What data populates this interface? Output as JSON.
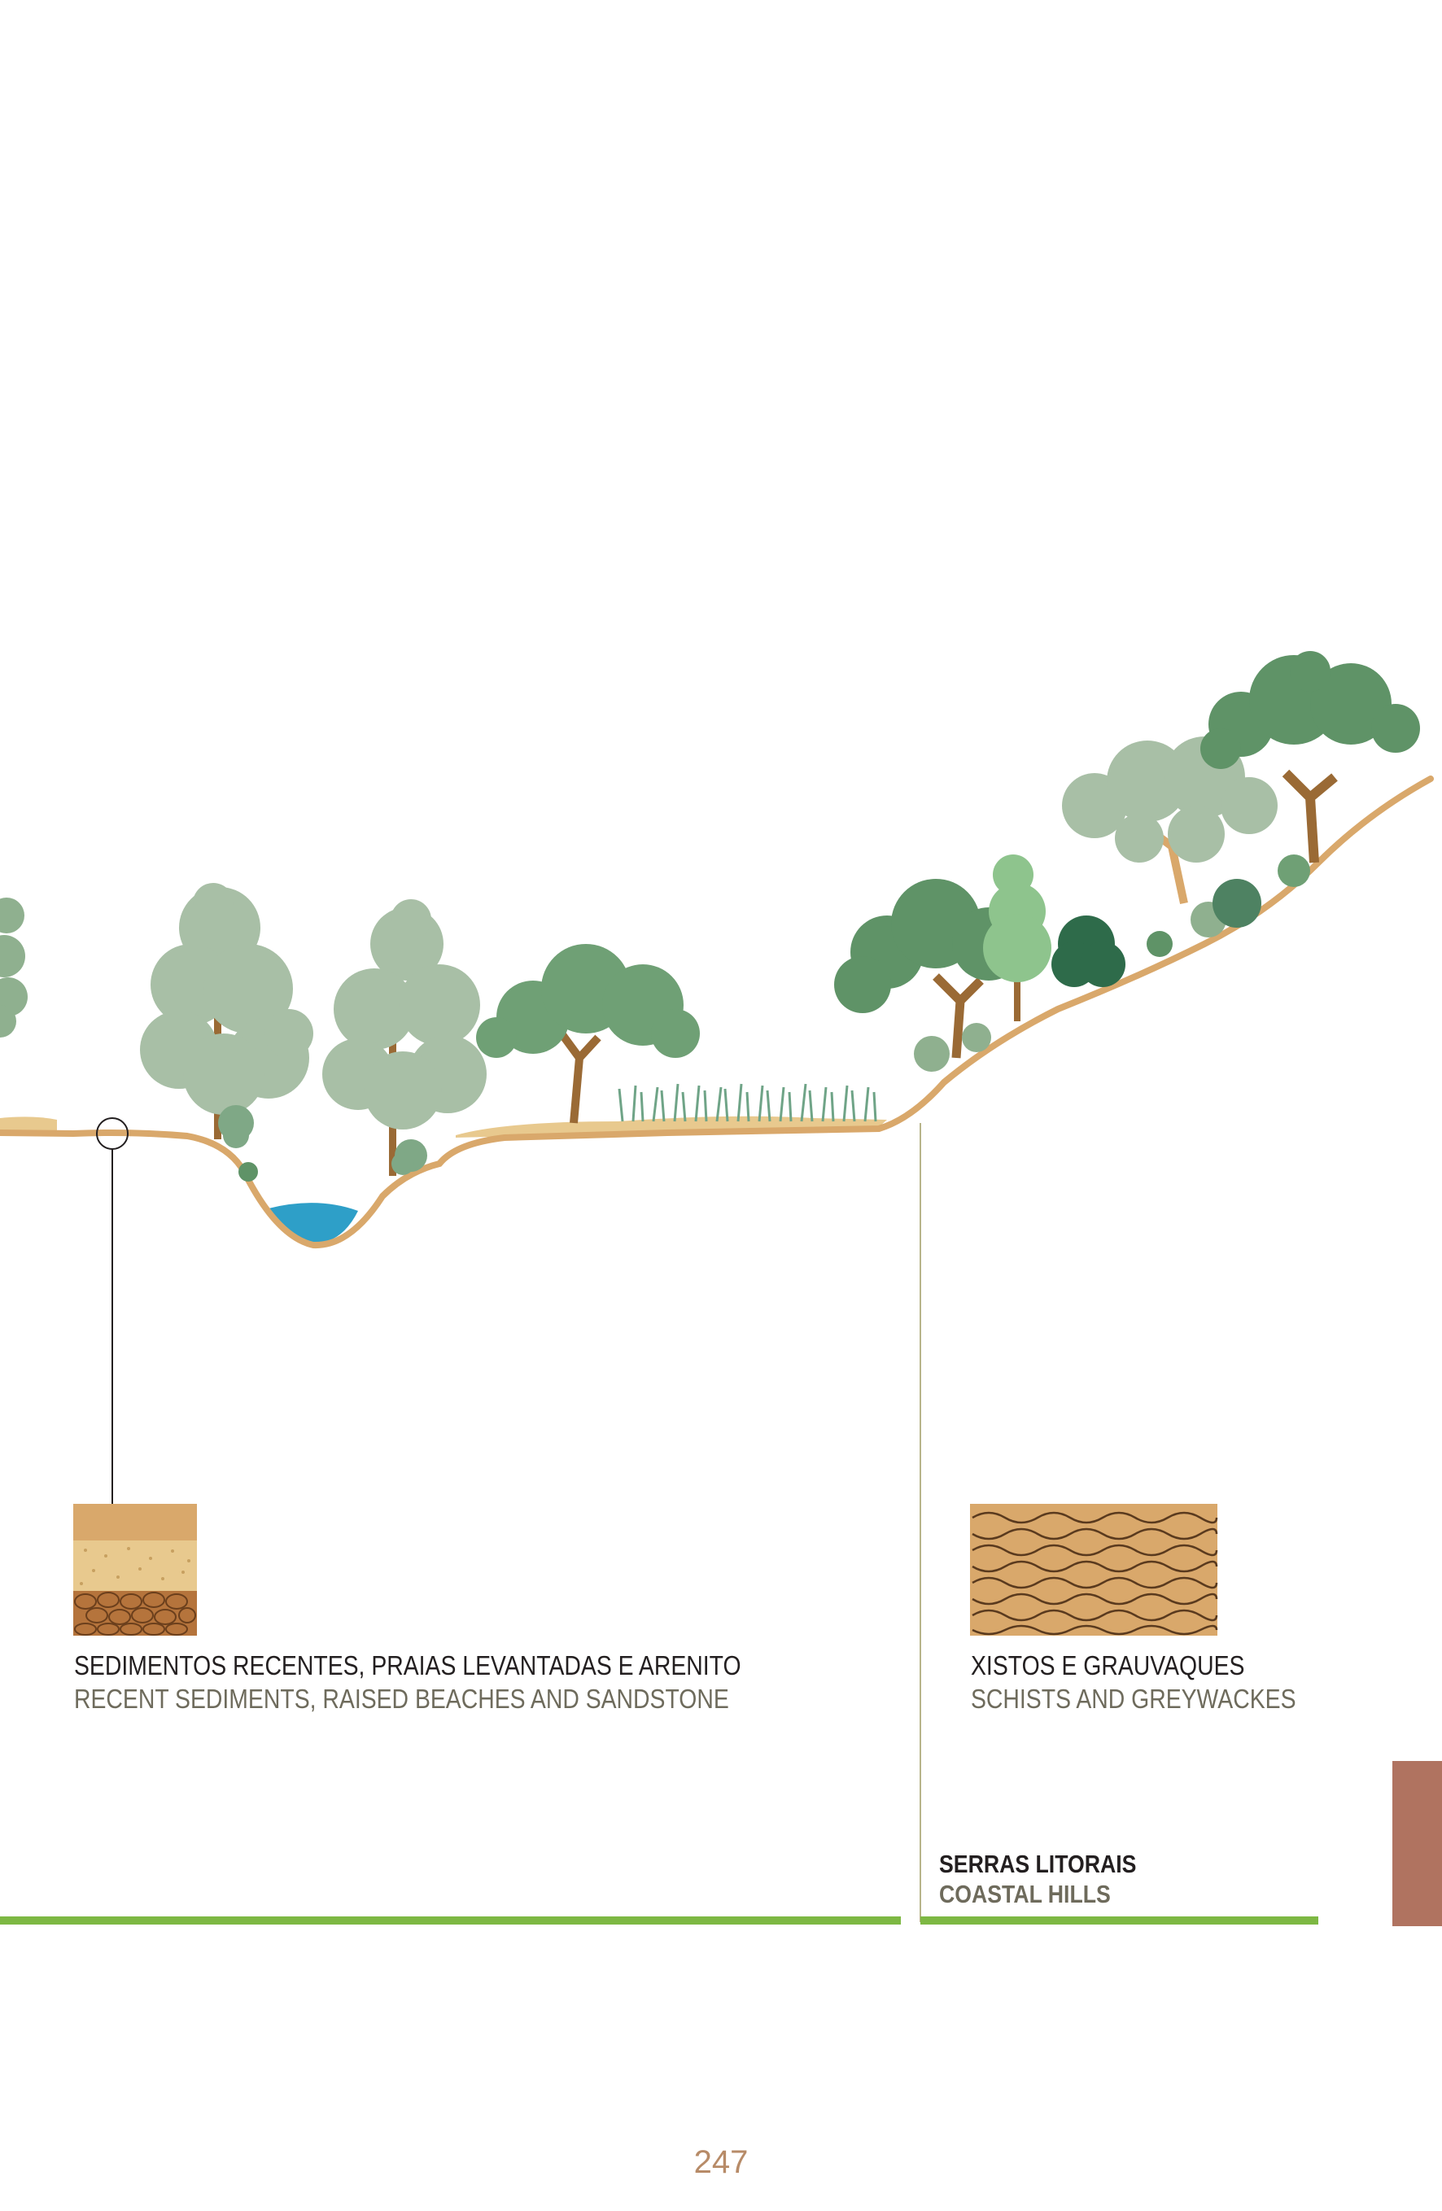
{
  "colors": {
    "ground": "#d9a86b",
    "sand": "#e8c98e",
    "water": "#2e9fc8",
    "tree_dark": "#5f9367",
    "tree_light": "#8fb08f",
    "tree_grey": "#a8bfa6",
    "trunk": "#9a6a35",
    "accent_green": "#7db843",
    "tab": "#b07360"
  },
  "legend": {
    "sediments": {
      "title_pt": "SEDIMENTOS RECENTES, PRAIAS LEVANTADAS E ARENITO",
      "title_en": "RECENT SEDIMENTS, RAISED BEACHES AND SANDSTONE"
    },
    "schists": {
      "title_pt": "XISTOS E GRAUVAQUES",
      "title_en": "SCHISTS AND GREYWACKES"
    }
  },
  "zone": {
    "name_pt": "SERRAS LITORAIS",
    "name_en": "COASTAL HILLS"
  },
  "page_number": "247"
}
